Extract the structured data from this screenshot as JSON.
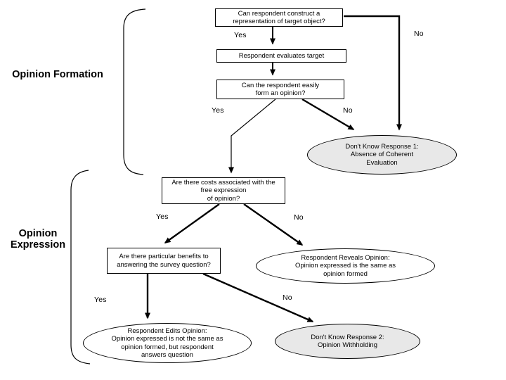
{
  "sections": {
    "formation": "Opinion Formation",
    "expression": "Opinion Expression"
  },
  "boxes": {
    "construct": "Can respondent construct a\nrepresentation of target object?",
    "evaluates": "Respondent evaluates target",
    "easy": "Can the respondent easily\nform an opinion?",
    "costs": "Are there costs associated with the\nfree expression\nof opinion?",
    "benefits": "Are there particular benefits to\nanswering the survey question?"
  },
  "ellipses": {
    "dk1": "Don't Know Response 1:\nAbsence of Coherent\nEvaluation",
    "reveals": "Respondent Reveals Opinion:\nOpinion expressed is the same as\nopinion formed",
    "edits": "Respondent Edits Opinion:\nOpinion expressed is not the same as\nopinion formed, but respondent\nanswers question",
    "dk2": "Don't Know Response 2:\nOpinion Withholding"
  },
  "edge_labels": {
    "construct_yes": "Yes",
    "construct_no": "No",
    "easy_yes": "Yes",
    "easy_no": "No",
    "costs_yes": "Yes",
    "costs_no": "No",
    "benefits_yes": "Yes",
    "benefits_no": "No"
  },
  "colors": {
    "line": "#000000",
    "dk_fill": "#e8e8e8",
    "node_fill": "#ffffff",
    "background": "#ffffff"
  }
}
